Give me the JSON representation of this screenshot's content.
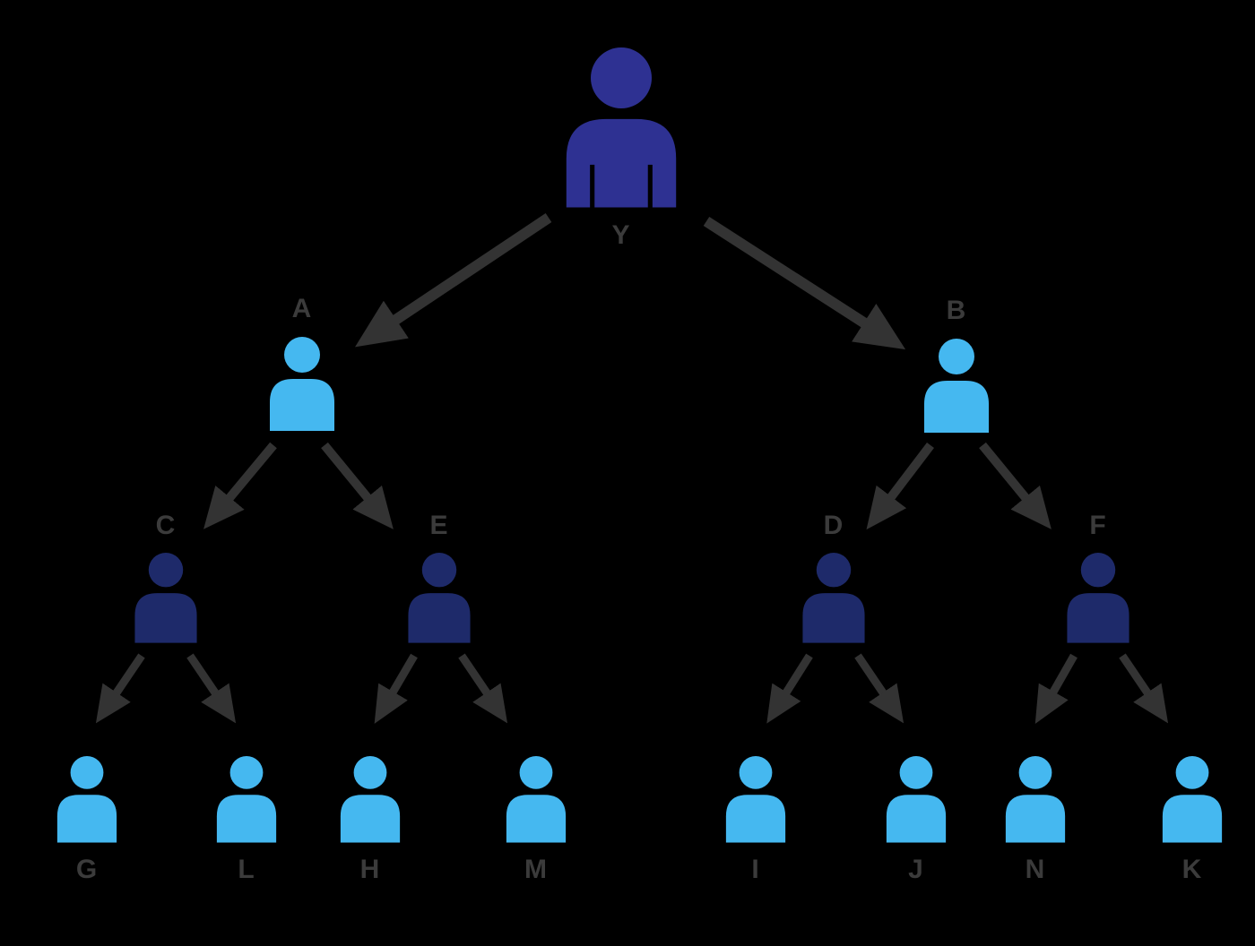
{
  "colors": {
    "background": "#000000",
    "root-navy": "#2E3192",
    "dark-navy": "#1E2A6A",
    "light-blue": "#45B8F0",
    "arrow": "#333333",
    "label": "#3b3b3b"
  },
  "nodes": {
    "y": {
      "label": "Y"
    },
    "a": {
      "label": "A"
    },
    "b": {
      "label": "B"
    },
    "c": {
      "label": "C"
    },
    "e": {
      "label": "E"
    },
    "d": {
      "label": "D"
    },
    "f": {
      "label": "F"
    },
    "g": {
      "label": "G"
    },
    "l": {
      "label": "L"
    },
    "h": {
      "label": "H"
    },
    "m": {
      "label": "M"
    },
    "i": {
      "label": "I"
    },
    "j": {
      "label": "J"
    },
    "n": {
      "label": "N"
    },
    "k": {
      "label": "K"
    }
  },
  "structure": {
    "type": "binary-tree",
    "edges": [
      [
        "Y",
        "A"
      ],
      [
        "Y",
        "B"
      ],
      [
        "A",
        "C"
      ],
      [
        "A",
        "E"
      ],
      [
        "B",
        "D"
      ],
      [
        "B",
        "F"
      ],
      [
        "C",
        "G"
      ],
      [
        "C",
        "L"
      ],
      [
        "E",
        "H"
      ],
      [
        "E",
        "M"
      ],
      [
        "D",
        "I"
      ],
      [
        "D",
        "J"
      ],
      [
        "F",
        "N"
      ],
      [
        "F",
        "K"
      ]
    ]
  }
}
